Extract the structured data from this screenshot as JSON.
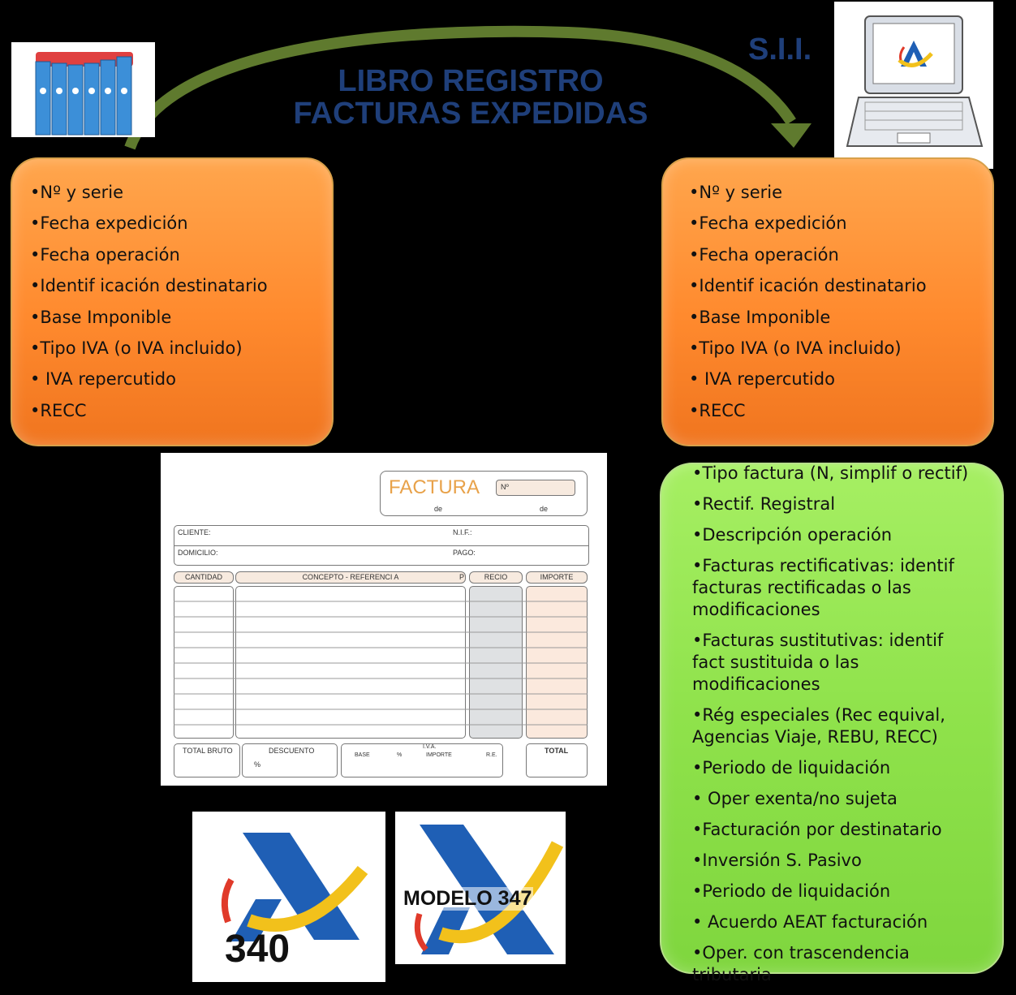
{
  "title": {
    "line1": "LIBRO REGISTRO",
    "line2": "FACTURAS EXPEDIDAS"
  },
  "sii_label": "S.I.I.",
  "left_box": {
    "items": [
      "•Nº y serie",
      "•Fecha expedición",
      "•Fecha operación",
      "•Identif icación destinatario",
      "•Base Imponible",
      "•Tipo IVA (o IVA incluido)",
      "• IVA repercutido",
      "•RECC"
    ]
  },
  "right_box": {
    "items": [
      "•Nº y serie",
      "•Fecha expedición",
      "•Fecha operación",
      "•Identif icación destinatario",
      "•Base Imponible",
      "•Tipo IVA (o IVA incluido)",
      "• IVA repercutido",
      "•RECC"
    ]
  },
  "green_box": {
    "items": [
      "•Tipo factura (N, simplif o rectif)",
      "•Rectif. Registral",
      "•Descripción operación",
      "•Facturas rectificativas: identif facturas rectificadas o las modificaciones",
      "•Facturas sustitutivas: identif fact sustituida o las modificaciones",
      "•Rég especiales (Rec equival, Agencias Viaje, REBU, RECC)",
      "•Periodo de liquidación",
      "• Oper exenta/no sujeta",
      "•Facturación por destinatario",
      "•Inversión S. Pasivo",
      "•Periodo de liquidación",
      "• Acuerdo AEAT facturación",
      "•Oper. con trascendencia tributaria"
    ]
  },
  "invoice": {
    "title": "FACTURA",
    "number_label": "Nº",
    "de1": "de",
    "de2": "de",
    "cliente": "CLIENTE:",
    "nif": "N.I.F.:",
    "domicilio": "DOMICILIO:",
    "pago": "PAGO:",
    "col_cantidad": "CANTIDAD",
    "col_concepto": "CONCEPTO - REFERENCI A",
    "col_p": "P",
    "col_precio": "RECIO",
    "col_importe": "IMPORTE",
    "total_bruto": "TOTAL BRUTO",
    "descuento": "DESCUENTO",
    "pct": "%",
    "iva": "I.V.A.",
    "base": "BASE",
    "iva_pct": "%",
    "iva_importe": "IMPORTE",
    "re": "R.E.",
    "total": "TOTAL"
  },
  "logo340": {
    "text": "340"
  },
  "logo347": {
    "text": "MODELO 347"
  },
  "colors": {
    "title": "#1f3f7a",
    "orange": "#ff8a2e",
    "green": "#8fe24b",
    "arrow": "#5f7a2e",
    "aeat_blue": "#1f5fb5",
    "aeat_yellow": "#f2c11b",
    "aeat_red": "#e03a2a"
  },
  "icons": {
    "binders": "binders-icon",
    "laptop": "laptop-icon"
  }
}
